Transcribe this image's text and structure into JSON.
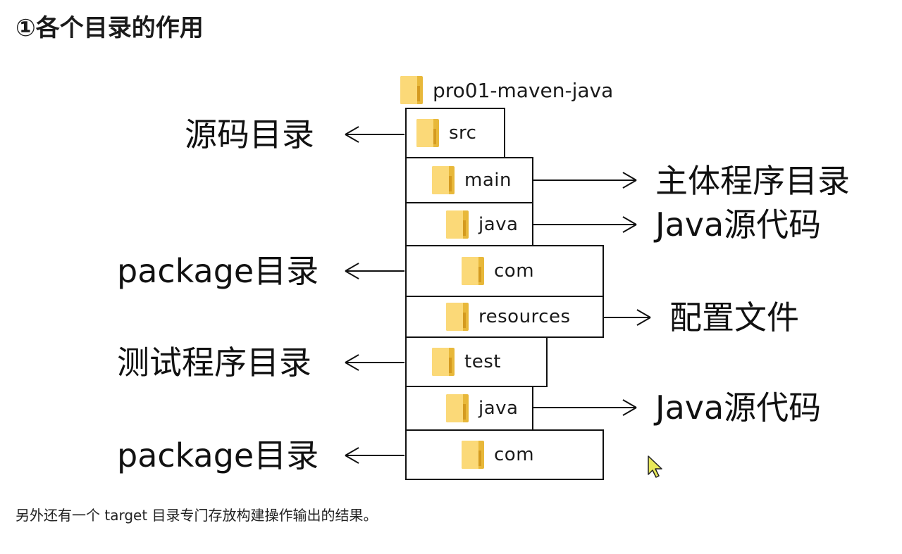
{
  "heading": "①各个目录的作用",
  "tree": {
    "root": "pro01-maven-java",
    "nodes": {
      "src": "src",
      "main": "main",
      "main_java": "java",
      "main_com": "com",
      "resources": "resources",
      "test": "test",
      "test_java": "java",
      "test_com": "com"
    }
  },
  "callouts": {
    "src": "源码目录",
    "main": "主体程序目录",
    "main_java": "Java源代码",
    "main_com": "package目录",
    "resources": "配置文件",
    "test": "测试程序目录",
    "test_java": "Java源代码",
    "test_com": "package目录"
  },
  "footer_note": "另外还有一个 target 目录专门存放构建操作输出的结果。",
  "colors": {
    "folder_front": "#fbd978",
    "folder_back": "#e8b83a",
    "border": "#111111",
    "cursor": "#e8e85a"
  },
  "icons": {
    "folder": "folder-icon",
    "cursor": "mouse-pointer-icon"
  }
}
